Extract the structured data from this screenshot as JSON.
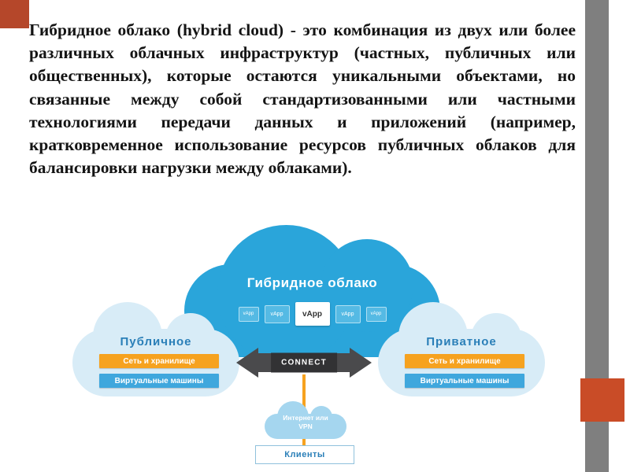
{
  "slide": {
    "paragraph": "Гибридное облако (hybrid cloud) - это комбинация из двух или более различных облачных инфраструктур (частных, публичных или общественных), которые остаются уникальными объектами, но связанные между собой стандартизованными или частными технологиями передачи данных и приложений (например, кратковременное использование ресурсов публичных облаков для балансировки нагрузки между облаками)."
  },
  "diagram": {
    "hybrid_label": "Гибридное облако",
    "vapps": [
      "vApp",
      "vApp",
      "vApp",
      "vApp",
      "vApp"
    ],
    "public_cloud": {
      "label": "Публичное",
      "storage_bar": "Сеть и хранилище",
      "vm_bar": "Виртуальные машины"
    },
    "private_cloud": {
      "label": "Приватное",
      "storage_bar": "Сеть и хранилище",
      "vm_bar": "Виртуальные машины"
    },
    "connect_label": "CONNECT",
    "network_cloud_label": "Интернет или VPN",
    "clients_label": "Клиенты"
  },
  "colors": {
    "accent_red": "#b5472a",
    "accent_orange": "#c94c27",
    "sidebar_gray": "#7f7f7f",
    "cloud_blue": "#2aa5da",
    "pale_cloud_blue": "#d8ecf7",
    "bar_orange": "#f6a21f",
    "bar_blue": "#3fa7dd",
    "connect_gray": "#4a4a4c"
  }
}
